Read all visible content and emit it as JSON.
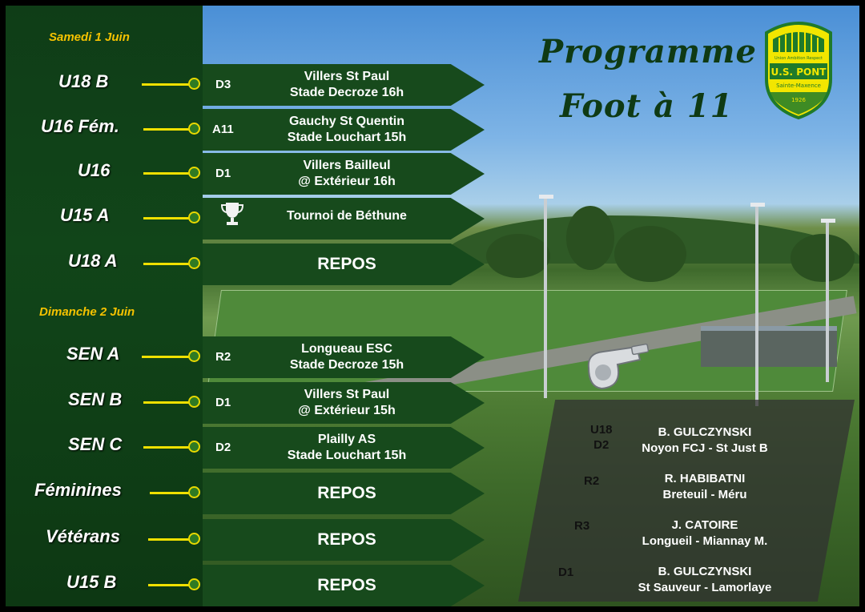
{
  "title": {
    "line1": "Programme",
    "line2": "Foot à 11"
  },
  "crest": {
    "name": "U.S. PONT",
    "motto": "Union Ambition Respect",
    "town": "Sainte-Maxence",
    "year": "1926"
  },
  "days": {
    "saturday": "Samedi 1 Juin",
    "sunday": "Dimanche 2 Juin"
  },
  "matches": [
    {
      "team": "U18 B",
      "division": "D3",
      "line1": "Villers St Paul",
      "line2": "Stade Decroze 16h"
    },
    {
      "team": "U16 Fém.",
      "division": "A11",
      "line1": "Gauchy St Quentin",
      "line2": "Stade Louchart 15h"
    },
    {
      "team": "U16",
      "division": "D1",
      "line1": "Villers Bailleul",
      "line2": "@ Extérieur 16h"
    },
    {
      "team": "U15  A",
      "division": "trophy-icon",
      "line1": "Tournoi de Béthune",
      "line2": ""
    },
    {
      "team": "U18 A",
      "division": "",
      "line1": "REPOS",
      "line2": ""
    },
    {
      "team": "SEN A",
      "division": "R2",
      "line1": "Longueau ESC",
      "line2": "Stade Decroze 15h"
    },
    {
      "team": "SEN B",
      "division": "D1",
      "line1": "Villers St Paul",
      "line2": "@ Extérieur 15h"
    },
    {
      "team": "SEN C",
      "division": "D2",
      "line1": "Plailly AS",
      "line2": "Stade Louchart 15h"
    },
    {
      "team": "Féminines",
      "division": "",
      "line1": "REPOS",
      "line2": ""
    },
    {
      "team": "Vétérans",
      "division": "",
      "line1": "REPOS",
      "line2": ""
    },
    {
      "team": "U15 B",
      "division": "",
      "line1": "REPOS",
      "line2": ""
    }
  ],
  "referees": [
    {
      "division": "U18\nD2",
      "name": "B. GULCZYNSKI",
      "match": "Noyon FCJ - St Just B"
    },
    {
      "division": "R2",
      "name": "R. HABIBATNI",
      "match": "Breteuil - Méru"
    },
    {
      "division": "R3",
      "name": "J. CATOIRE",
      "match": "Longueil - Miannay M."
    },
    {
      "division": "D1",
      "name": "B. GULCZYNSKI",
      "match": "St Sauveur - Lamorlaye"
    }
  ],
  "colors": {
    "green": "#0f3d17",
    "yellow": "#f0e000",
    "crest_yellow": "#f2e600",
    "crest_green": "#1f7a2a"
  }
}
